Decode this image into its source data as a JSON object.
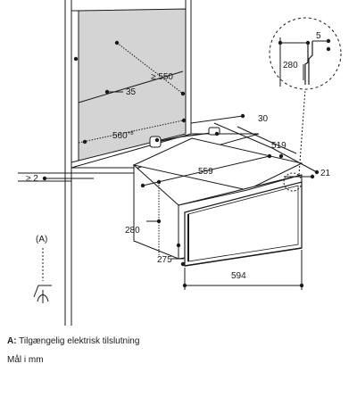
{
  "dimensions": {
    "d550": "≥ 550",
    "d35": "35",
    "d560": "560",
    "d560_sup": "+8",
    "d30": "30",
    "d519": "519",
    "d2": "≥ 2",
    "d559": "559",
    "d21": "21",
    "d280": "280",
    "d275": "275",
    "d594": "594",
    "detail_5": "5",
    "detail_280": "280"
  },
  "callout": {
    "label": "(A)"
  },
  "legend": {
    "key": "A:",
    "text": "Tilgængelig elektrisk tilslutning",
    "units": "Mål i mm"
  },
  "colors": {
    "niche_fill": "#d4d4d4",
    "line": "#1a1a1a",
    "background": "#ffffff"
  }
}
